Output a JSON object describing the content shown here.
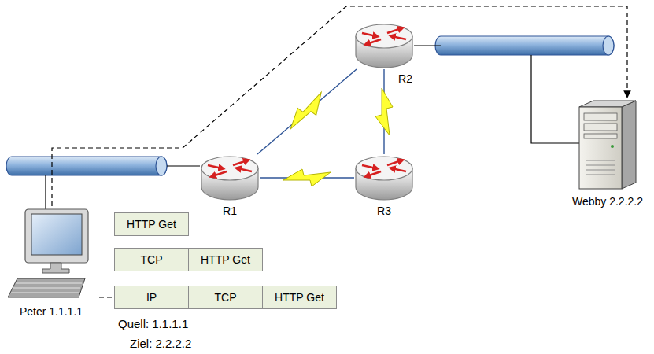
{
  "diagram": {
    "nodes": [
      {
        "text": [
          "Peter 1.1.1.1"
        ]
      },
      {
        "text": [
          "R1"
        ]
      },
      {
        "text": [
          "R2"
        ]
      },
      {
        "text": [
          "R3"
        ]
      },
      {
        "text": [
          "Webby 2.2.2.2"
        ]
      },
      {
        "text": [
          "HTTP Get"
        ]
      },
      {
        "text": [
          "TCP"
        ]
      },
      {
        "text": [
          "HTTP Get"
        ]
      },
      {
        "text": [
          "IP"
        ]
      },
      {
        "text": [
          "TCP"
        ]
      },
      {
        "text": [
          "HTTP Get"
        ]
      }
    ],
    "edges": [
      {
        "from": 0,
        "to": 4,
        "arrow": "to"
      },
      {
        "from": 0,
        "to": 8,
        "arrow": "none"
      },
      {
        "from": 1,
        "to": 2,
        "arrow": "none"
      },
      {
        "from": 2,
        "to": 3,
        "arrow": "none"
      },
      {
        "from": 1,
        "to": 3,
        "arrow": "none"
      }
    ],
    "labels": [
      "Quell: 1.1.1.1",
      "Ziel: 2.2.2.2"
    ]
  }
}
